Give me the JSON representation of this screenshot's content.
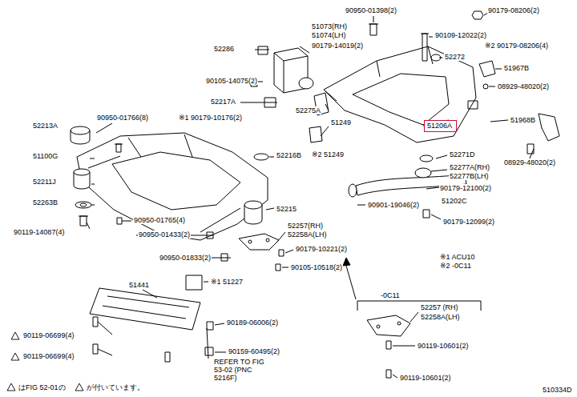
{
  "diagram": {
    "nodes": [
      {
        "text": [
          "51206A"
        ]
      }
    ],
    "labels": [
      "90950-01398(2)",
      "90179-08206(2)",
      "51073(RH)",
      "51074(LH)",
      "90109-12022(2)",
      "※2 90179-08206(4)",
      "52286",
      "90179-14019(2)",
      "52272",
      "51967B",
      "90105-14075(2)",
      "08929-48020(2)",
      "52217A",
      "52275A",
      "※1 90179-10176(2)",
      "51968B",
      "51249",
      "52213A",
      "90950-01766(8)",
      "51100G",
      "※2 51249",
      "52216B",
      "52271D",
      "08929-48020(2)",
      "52211J",
      "52277A(RH)",
      "52277B(LH)",
      "90179-12100(2)",
      "51202C",
      "90901-19046(2)",
      "52263B",
      "52215",
      "90119-14087(4)",
      "90950-01765(4)",
      "90179-12099(2)",
      "52257(RH)",
      "52258A(LH)",
      "90950-01433(2)",
      "90179-10221(2)",
      "90950-01833(2)",
      "※1 ACU10",
      "※2 -0C11",
      "90105-10518(2)",
      "※1 51227",
      "51441",
      "-0C11",
      "52257 (RH)",
      "52258A(LH)",
      "90119-06699(4)",
      "90189-06006(2)",
      "90119-10601(2)",
      "90159-60495(2)",
      "90119-06699(4)",
      "REFER TO FIG 53-02 (PNC 5216F)",
      "90119-10601(2)",
      "はFIG 52-01の",
      "が付いています。",
      "510334D"
    ]
  }
}
